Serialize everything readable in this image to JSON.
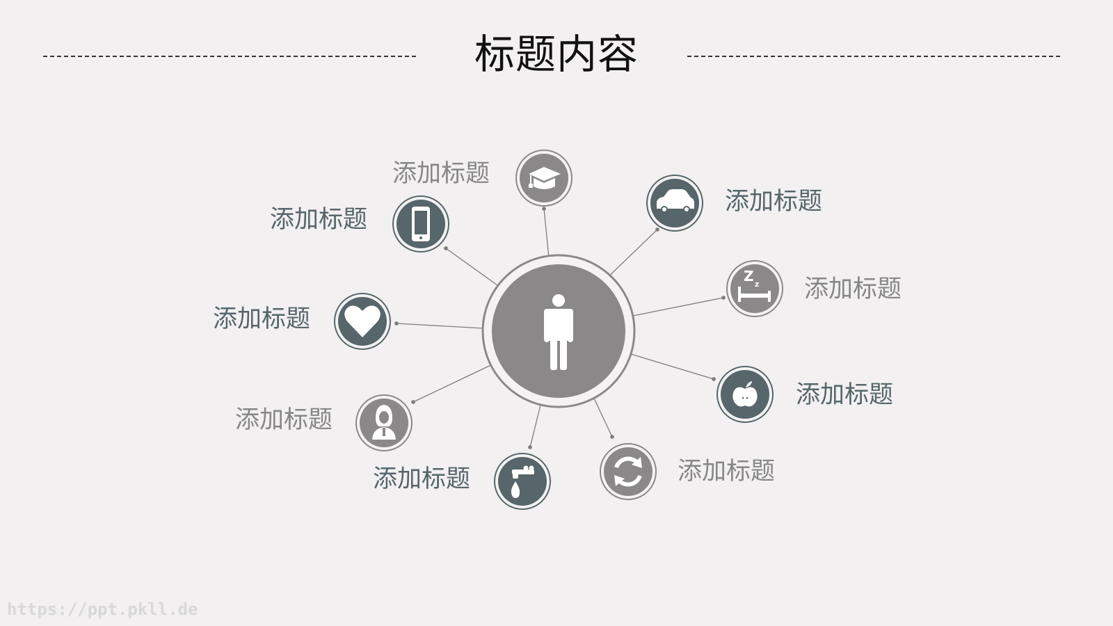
{
  "title": "标题内容",
  "nodes": [
    {
      "label": "添加标题",
      "icon": "graduation-cap-icon"
    },
    {
      "label": "添加标题",
      "icon": "car-icon"
    },
    {
      "label": "添加标题",
      "icon": "sleep-bed-icon"
    },
    {
      "label": "添加标题",
      "icon": "apple-icon"
    },
    {
      "label": "添加标题",
      "icon": "refresh-icon"
    },
    {
      "label": "添加标题",
      "icon": "water-tap-icon"
    },
    {
      "label": "添加标题",
      "icon": "woman-icon"
    },
    {
      "label": "添加标题",
      "icon": "heart-icon"
    },
    {
      "label": "添加标题",
      "icon": "smartphone-icon"
    }
  ],
  "center_icon": "person-icon",
  "colors": {
    "dark": "#56666a",
    "gray": "#878787",
    "center": "#8a8888",
    "background": "#f2f0f1"
  },
  "watermark": "https://ppt.pkll.de"
}
